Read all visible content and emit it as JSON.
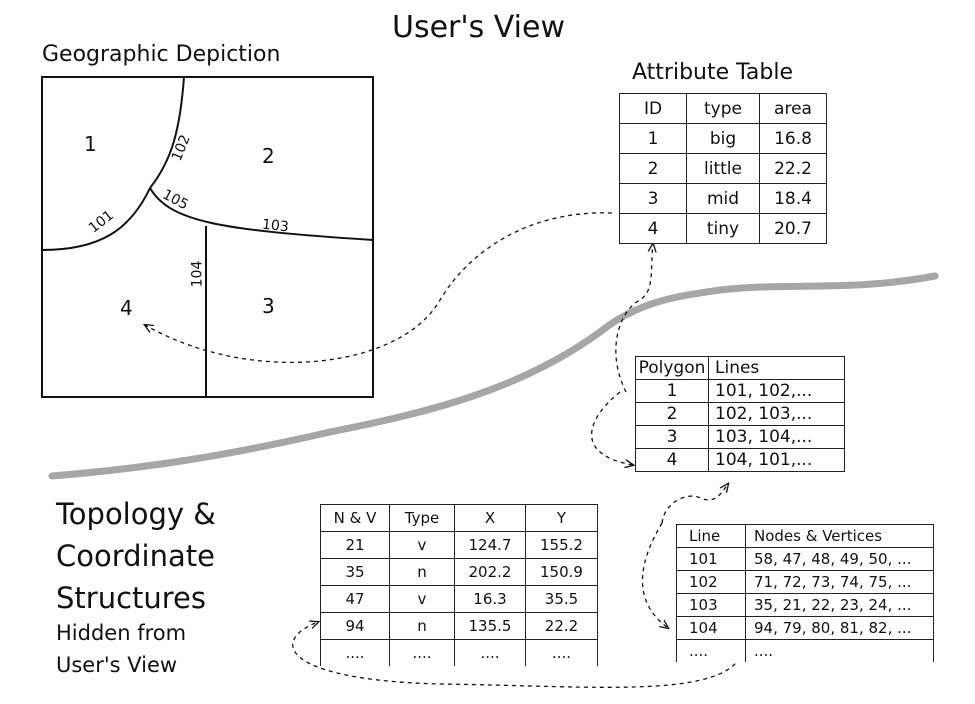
{
  "title": "User's View",
  "geo": {
    "title": "Geographic Depiction",
    "polygons": [
      "1",
      "2",
      "3",
      "4"
    ],
    "lines": [
      "101",
      "102",
      "103",
      "104",
      "105"
    ]
  },
  "attribute_table": {
    "title": "Attribute Table",
    "headers": [
      "ID",
      "type",
      "area"
    ],
    "rows": [
      [
        "1",
        "big",
        "16.8"
      ],
      [
        "2",
        "little",
        "22.2"
      ],
      [
        "3",
        "mid",
        "18.4"
      ],
      [
        "4",
        "tiny",
        "20.7"
      ]
    ]
  },
  "polygon_table": {
    "headers": [
      "Polygon",
      "Lines"
    ],
    "rows": [
      [
        "1",
        "101, 102,..."
      ],
      [
        "2",
        "102, 103,..."
      ],
      [
        "3",
        "103, 104,..."
      ],
      [
        "4",
        "104, 101,..."
      ]
    ]
  },
  "nv_table": {
    "headers": [
      "N & V",
      "Type",
      "X",
      "Y"
    ],
    "rows": [
      [
        "21",
        "v",
        "124.7",
        "155.2"
      ],
      [
        "35",
        "n",
        "202.2",
        "150.9"
      ],
      [
        "47",
        "v",
        "16.3",
        "35.5"
      ],
      [
        "94",
        "n",
        "135.5",
        "22.2"
      ],
      [
        "....",
        "....",
        "....",
        "...."
      ]
    ]
  },
  "line_table": {
    "headers": [
      "Line",
      "Nodes & Vertices"
    ],
    "rows": [
      [
        "101",
        "58, 47, 48, 49, 50, ..."
      ],
      [
        "102",
        "71, 72, 73, 74, 75, ..."
      ],
      [
        "103",
        "35, 21, 22, 23, 24, ..."
      ],
      [
        "104",
        "94, 79, 80, 81, 82, ..."
      ],
      [
        "....",
        "...."
      ]
    ]
  },
  "hidden_label": {
    "line1": "Topology &",
    "line2": "Coordinate",
    "line3": "Structures",
    "line4": "Hidden from",
    "line5": "User's View"
  },
  "colors": {
    "divider": "#a6a6a6",
    "ink": "#111111"
  }
}
